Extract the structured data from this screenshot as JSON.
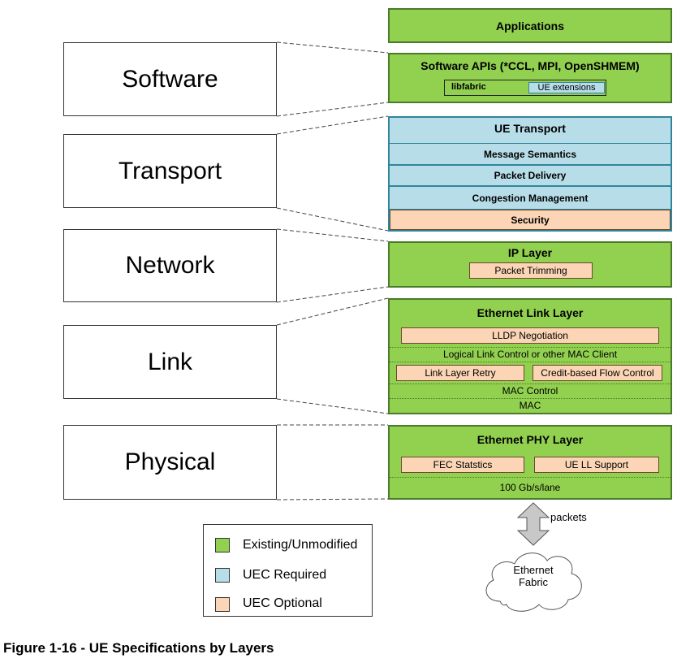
{
  "layers": {
    "software": "Software",
    "transport": "Transport",
    "network": "Network",
    "link": "Link",
    "physical": "Physical"
  },
  "blocks": {
    "applications": "Applications",
    "software_apis": {
      "title": "Software APIs (*CCL, MPI, OpenSHMEM)",
      "libfabric": "libfabric",
      "ue_extensions": "UE extensions"
    },
    "ue_transport": {
      "title": "UE Transport",
      "rows": [
        "Message Semantics",
        "Packet Delivery",
        "Congestion Management",
        "Security"
      ]
    },
    "ip_layer": {
      "title": "IP Layer",
      "packet_trimming": "Packet Trimming"
    },
    "ethernet_link": {
      "title": "Ethernet Link Layer",
      "lldp": "LLDP Negotiation",
      "llc": "Logical Link Control or other MAC Client",
      "link_retry": "Link Layer Retry",
      "cbfc": "Credit-based Flow Control",
      "mac_control": "MAC Control",
      "mac": "MAC"
    },
    "ethernet_phy": {
      "title": "Ethernet PHY Layer",
      "fec": "FEC Statstics",
      "ue_ll": "UE LL Support",
      "rate": "100 Gb/s/lane"
    }
  },
  "fabric": {
    "packets_label": "packets",
    "cloud_line1": "Ethernet",
    "cloud_line2": "Fabric"
  },
  "legend": [
    {
      "label": "Existing/Unmodified",
      "color": "#92d050"
    },
    {
      "label": "UEC Required",
      "color": "#b7dde8"
    },
    {
      "label": "UEC Optional",
      "color": "#fbd5b5"
    }
  ],
  "caption": "Figure 1-16 - UE Specifications by Layers"
}
